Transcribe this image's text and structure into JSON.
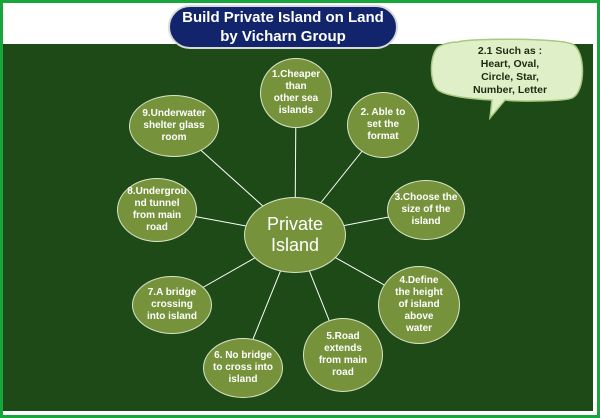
{
  "title": "Build Private Island on Land\nby Vicharn Group",
  "center": "Private\nIsland",
  "nodes": [
    {
      "label": "1.Cheaper\nthan\nother sea\nislands"
    },
    {
      "label": "2. Able to\nset the\nformat"
    },
    {
      "label": "3.Choose the\nsize of the\nisland"
    },
    {
      "label": "4.Define\nthe height\nof island\nabove\nwater"
    },
    {
      "label": "5.Road\nextends\nfrom main\nroad"
    },
    {
      "label": "6. No bridge\nto cross into\nisland"
    },
    {
      "label": "7.A bridge\ncrossing\ninto island"
    },
    {
      "label": "8.Undergrou\nnd tunnel\nfrom main\nroad"
    },
    {
      "label": "9.Underwater\nshelter glass\nroom"
    }
  ],
  "callout": "2.1 Such as :\nHeart, Oval,\nCircle, Star,\nNumber, Letter",
  "colors": {
    "board": "#1e4a17",
    "node_fill": "#76933c",
    "title_fill": "#12246b",
    "callout_fill": "#dff0c8",
    "frame": "#17a63c"
  }
}
